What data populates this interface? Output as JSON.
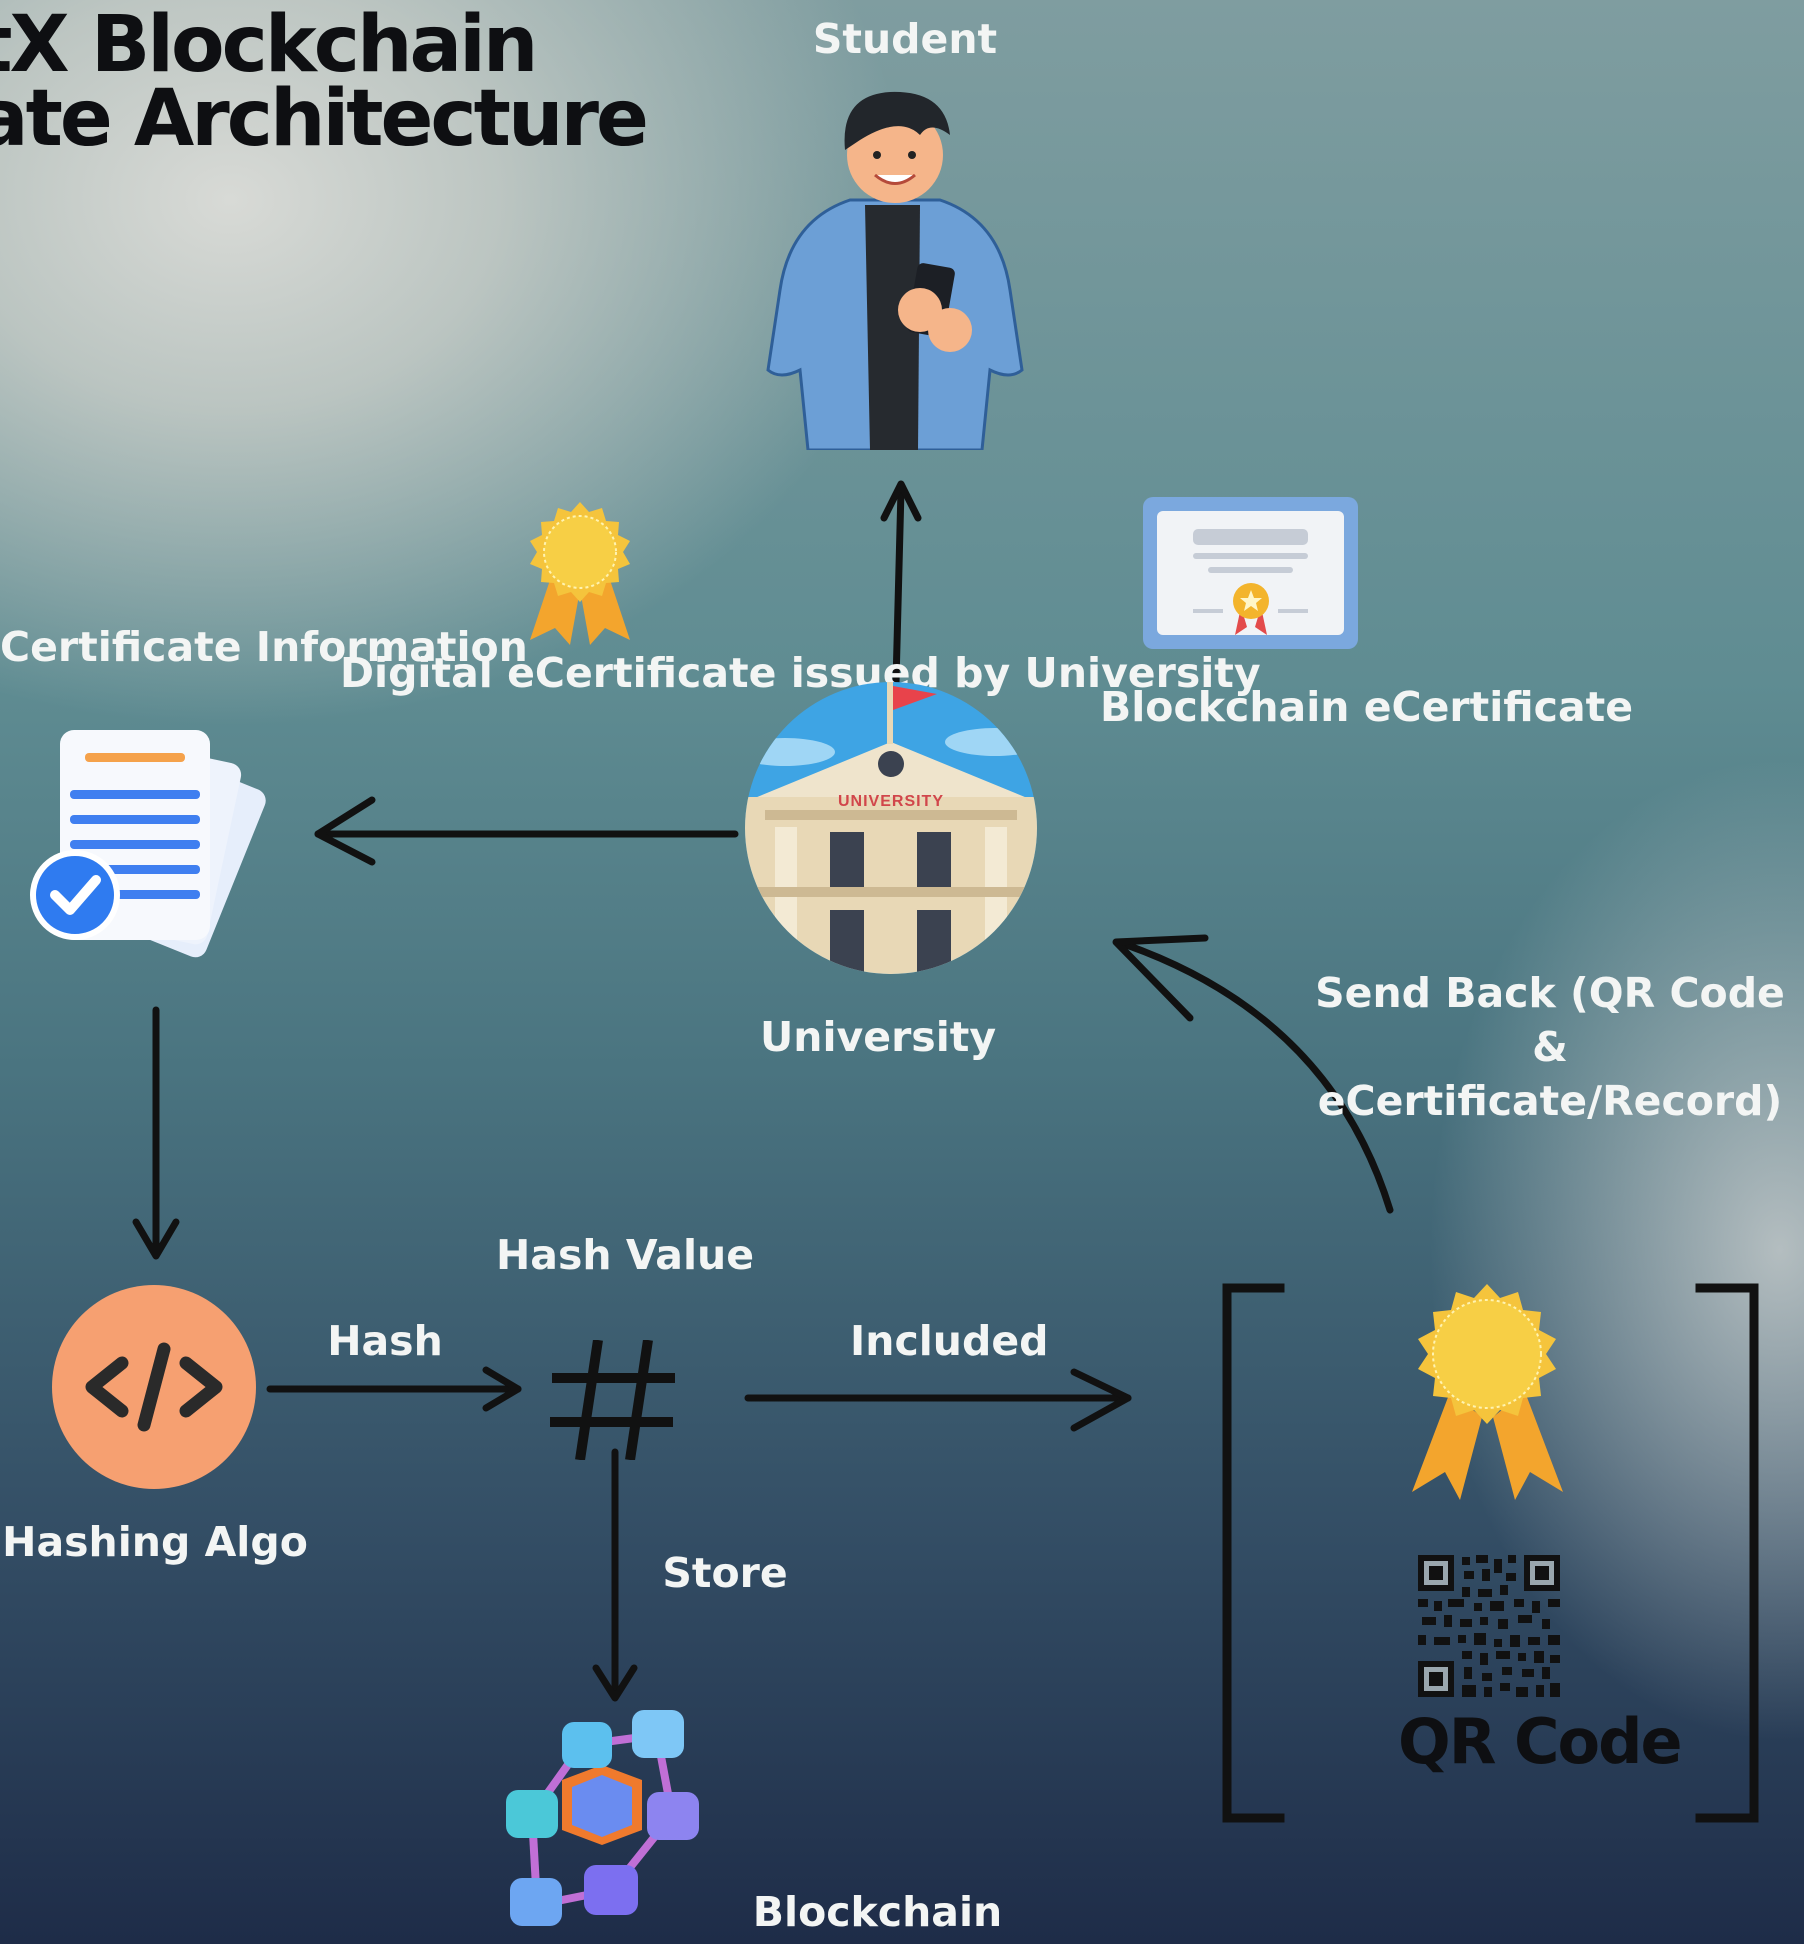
{
  "diagram": {
    "title_line1": "dentX Blockchain",
    "title_line2": "tificate Architecture",
    "nodes": {
      "student": "Student",
      "certificate_info": "Certificate Information",
      "university": "University",
      "blockchain_ecertificate": "Blockchain eCertificate",
      "hashing_algo": "Hashing Algo",
      "hash_value": "Hash Value",
      "blockchain": "Blockchain",
      "qr_code": "QR Code"
    },
    "edges": {
      "digital_ecertificate": "Digital eCertificate issued by University",
      "send_back": "Send Back (QR Code & eCertificate/Record)",
      "hash": "Hash",
      "included": "Included",
      "store": "Store"
    },
    "icons": {
      "student": "student-with-phone",
      "university": "university-building",
      "certificate_info": "documents-with-checkmark",
      "blockchain_ecertificate": "certificate-with-seal",
      "hashing_algo": "code-icon",
      "hash_value": "hash-symbol",
      "blockchain": "blockchain-cubes",
      "award": "award-ribbon",
      "qr": "qr-code"
    },
    "colors": {
      "label": "#f3f5f4",
      "title": "#0e0f12",
      "code_circle": "#f6a071",
      "ribbon_gold": "#f5c43c"
    }
  }
}
